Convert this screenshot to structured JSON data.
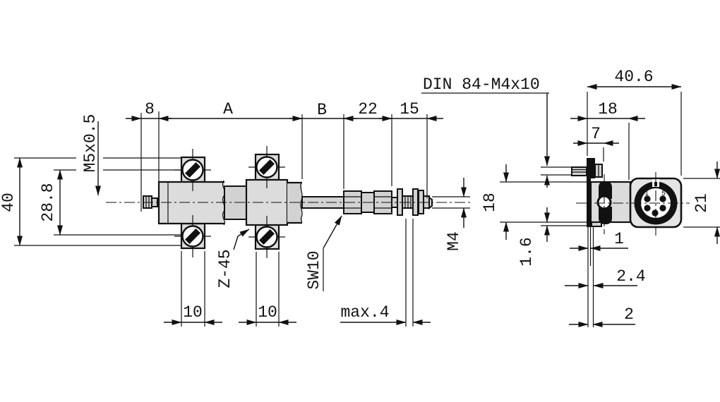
{
  "side_view": {
    "dim_8": "8",
    "dim_A": "A",
    "dim_B": "B",
    "dim_22": "22",
    "dim_15": "15",
    "dim_40": "40",
    "dim_28_8": "28.8",
    "label_m5": "M5x0.5",
    "label_z45": "Z-45",
    "label_sw10": "SW10",
    "label_m4": "M4",
    "dim_10_left": "10",
    "dim_10_right": "10",
    "label_max4": "max.4"
  },
  "end_view": {
    "label_din": "DIN 84-M4x10",
    "dim_40_6": "40.6",
    "dim_18_width": "18",
    "dim_7": "7",
    "dim_18_height": "18",
    "dim_1_6": "1.6",
    "dim_21": "21",
    "dim_1": "1",
    "dim_2_4": "2.4",
    "dim_2": "2",
    "pin_1": "1",
    "pin_5": "5"
  },
  "colors": {
    "line": "#111111",
    "part_fill": "#dcdcdc",
    "background": "#ffffff"
  }
}
